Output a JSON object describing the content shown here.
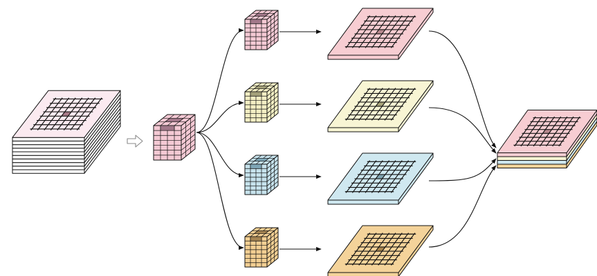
{
  "diagram": {
    "kind": "multi-branch feature-map pipeline",
    "input_stack": {
      "icon": "layered-feature-map-stack-icon",
      "top_color": "#fbeaf0",
      "center_color": "#a87a88",
      "layer_count": 10
    },
    "arrow_icon": "hollow-right-arrow-icon",
    "source_cube": {
      "icon": "small-grid-cube-icon",
      "color": "#f4c9d4",
      "dark_color": "#a2788a"
    },
    "branches": [
      {
        "id": "branch-pink",
        "cube_color": "#f4c9d4",
        "cube_dark": "#a2788a",
        "plane_color": "#f7cdd2",
        "plane_center": "#b98a90"
      },
      {
        "id": "branch-yellow",
        "cube_color": "#f4efc4",
        "cube_dark": "#a3a07a",
        "plane_color": "#f8f5d4",
        "plane_center": "#a9a47a"
      },
      {
        "id": "branch-blue",
        "cube_color": "#c6e2ec",
        "cube_dark": "#7ea6b6",
        "plane_color": "#cfe8f0",
        "plane_center": "#7fa3b0"
      },
      {
        "id": "branch-orange",
        "cube_color": "#f3cf93",
        "cube_dark": "#a48352",
        "plane_color": "#f4d39a",
        "plane_center": "#a98650"
      }
    ],
    "output_stack": {
      "icon": "concatenated-feature-map-stack-icon",
      "top_color": "#f7cdd2",
      "center_color": "#b98a90",
      "layer_colors": [
        "#f7cdd2",
        "#f8f5d4",
        "#cfe8f0",
        "#f4d39a"
      ]
    }
  }
}
